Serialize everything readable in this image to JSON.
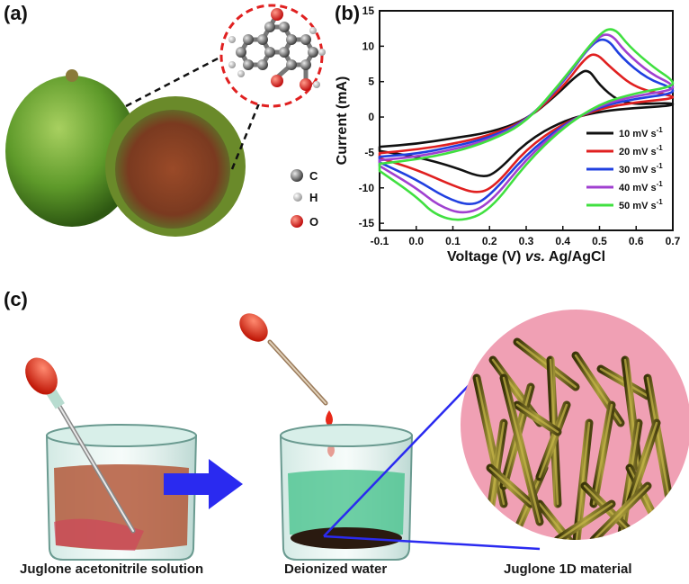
{
  "panels": {
    "a": "(a)",
    "b": "(b)",
    "c": "(c)"
  },
  "atoms": {
    "c": "C",
    "h": "H",
    "o": "O"
  },
  "chart_data": {
    "type": "line",
    "xlabel_parts": [
      "Voltage (V) ",
      "vs.",
      " Ag/AgCl"
    ],
    "ylabel": "Current (mA)",
    "xlim": [
      -0.1,
      0.7
    ],
    "ylim": [
      -16,
      15
    ],
    "xticks": [
      "-0.1",
      "0.0",
      "0.1",
      "0.2",
      "0.3",
      "0.4",
      "0.5",
      "0.6",
      "0.7"
    ],
    "yticks": [
      "-15",
      "-10",
      "-5",
      "0",
      "5",
      "10",
      "15"
    ],
    "legend_position": "lower-right",
    "series": [
      {
        "name": "10 mV s",
        "sup": "-1",
        "color": "#111111",
        "upper": [
          [
            -0.1,
            -4.2
          ],
          [
            0.0,
            -3.8
          ],
          [
            0.1,
            -3.0
          ],
          [
            0.2,
            -2.2
          ],
          [
            0.3,
            -0.4
          ],
          [
            0.38,
            3.0
          ],
          [
            0.44,
            6.0
          ],
          [
            0.47,
            6.8
          ],
          [
            0.5,
            4.5
          ],
          [
            0.55,
            2.3
          ],
          [
            0.6,
            1.8
          ],
          [
            0.7,
            2.0
          ]
        ],
        "lower": [
          [
            0.7,
            1.6
          ],
          [
            0.6,
            1.3
          ],
          [
            0.5,
            0.8
          ],
          [
            0.4,
            -0.5
          ],
          [
            0.3,
            -3.5
          ],
          [
            0.22,
            -7.8
          ],
          [
            0.18,
            -8.6
          ],
          [
            0.1,
            -7.0
          ],
          [
            0.0,
            -5.6
          ],
          [
            -0.1,
            -4.8
          ]
        ]
      },
      {
        "name": "20 mV s",
        "sup": "-1",
        "color": "#e02020",
        "upper": [
          [
            -0.1,
            -5.1
          ],
          [
            0.0,
            -4.6
          ],
          [
            0.1,
            -3.8
          ],
          [
            0.2,
            -2.6
          ],
          [
            0.3,
            -0.5
          ],
          [
            0.4,
            4.2
          ],
          [
            0.46,
            8.3
          ],
          [
            0.49,
            9.1
          ],
          [
            0.53,
            7.0
          ],
          [
            0.6,
            4.0
          ],
          [
            0.7,
            3.0
          ]
        ],
        "lower": [
          [
            0.7,
            2.6
          ],
          [
            0.6,
            2.1
          ],
          [
            0.5,
            1.2
          ],
          [
            0.4,
            -0.9
          ],
          [
            0.3,
            -4.5
          ],
          [
            0.22,
            -9.5
          ],
          [
            0.17,
            -10.9
          ],
          [
            0.1,
            -9.7
          ],
          [
            0.0,
            -7.4
          ],
          [
            -0.1,
            -5.8
          ]
        ]
      },
      {
        "name": "30 mV s",
        "sup": "-1",
        "color": "#2040e0",
        "upper": [
          [
            -0.1,
            -5.6
          ],
          [
            0.0,
            -5.2
          ],
          [
            0.1,
            -4.2
          ],
          [
            0.2,
            -2.9
          ],
          [
            0.3,
            -0.6
          ],
          [
            0.4,
            4.8
          ],
          [
            0.48,
            10.5
          ],
          [
            0.52,
            11.2
          ],
          [
            0.56,
            8.4
          ],
          [
            0.63,
            5.4
          ],
          [
            0.7,
            4.1
          ]
        ],
        "lower": [
          [
            0.7,
            3.3
          ],
          [
            0.6,
            2.6
          ],
          [
            0.5,
            1.5
          ],
          [
            0.4,
            -1.1
          ],
          [
            0.3,
            -5.3
          ],
          [
            0.2,
            -11.2
          ],
          [
            0.15,
            -12.6
          ],
          [
            0.08,
            -11.4
          ],
          [
            0.0,
            -8.8
          ],
          [
            -0.1,
            -6.4
          ]
        ]
      },
      {
        "name": "40 mV s",
        "sup": "-1",
        "color": "#a040d0",
        "upper": [
          [
            -0.1,
            -6.1
          ],
          [
            0.0,
            -5.6
          ],
          [
            0.1,
            -4.6
          ],
          [
            0.2,
            -3.2
          ],
          [
            0.3,
            -0.7
          ],
          [
            0.4,
            5.0
          ],
          [
            0.49,
            11.2
          ],
          [
            0.53,
            11.9
          ],
          [
            0.57,
            9.2
          ],
          [
            0.64,
            6.1
          ],
          [
            0.7,
            4.6
          ]
        ],
        "lower": [
          [
            0.7,
            3.8
          ],
          [
            0.6,
            3.0
          ],
          [
            0.5,
            1.7
          ],
          [
            0.4,
            -1.3
          ],
          [
            0.3,
            -5.9
          ],
          [
            0.2,
            -12.3
          ],
          [
            0.13,
            -13.8
          ],
          [
            0.06,
            -12.5
          ],
          [
            0.0,
            -10.0
          ],
          [
            -0.1,
            -6.9
          ]
        ]
      },
      {
        "name": "50 mV s",
        "sup": "-1",
        "color": "#40e040",
        "upper": [
          [
            -0.1,
            -6.6
          ],
          [
            0.0,
            -6.0
          ],
          [
            0.1,
            -5.0
          ],
          [
            0.2,
            -3.4
          ],
          [
            0.3,
            -0.8
          ],
          [
            0.4,
            5.2
          ],
          [
            0.5,
            11.9
          ],
          [
            0.54,
            12.7
          ],
          [
            0.58,
            10.0
          ],
          [
            0.65,
            6.9
          ],
          [
            0.7,
            5.2
          ]
        ],
        "lower": [
          [
            0.7,
            4.3
          ],
          [
            0.6,
            3.4
          ],
          [
            0.5,
            1.9
          ],
          [
            0.4,
            -1.5
          ],
          [
            0.3,
            -6.5
          ],
          [
            0.2,
            -13.3
          ],
          [
            0.12,
            -14.8
          ],
          [
            0.05,
            -13.8
          ],
          [
            0.0,
            -11.2
          ],
          [
            -0.1,
            -7.6
          ]
        ]
      }
    ]
  },
  "captions": {
    "left": "Juglone acetonitrile solution",
    "middle": "Deionized water",
    "right": "Juglone 1D material"
  },
  "colors": {
    "arrow": "#2a2af0",
    "pink_circle": "#f0a0b4",
    "rod": "#7a7020",
    "liquid_left": "#b05030",
    "liquid_right": "#40c088",
    "dropper_bulb": "#e82818"
  }
}
